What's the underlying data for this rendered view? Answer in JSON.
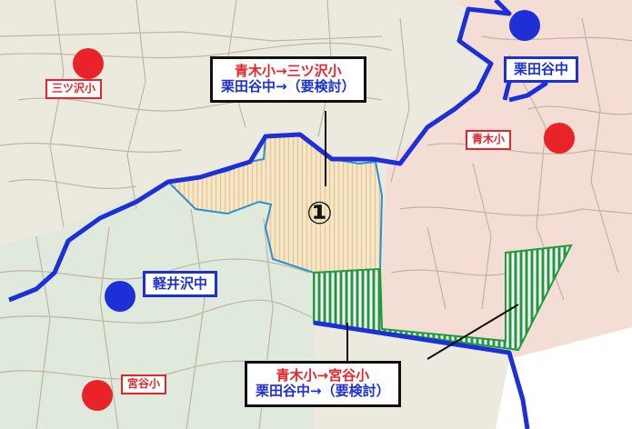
{
  "map": {
    "zone_colors": {
      "north_west": "#eceade",
      "south_west": "#dfeadc",
      "east": "#f3ddd4",
      "area1_fill": "#f6e8c8",
      "area2_stripe": "#1f9a3b",
      "boundary": "#1d2fd6",
      "school_red": "#e8232a",
      "school_blue": "#1d2fd6"
    },
    "markers": [
      {
        "id": "mitsuzawa",
        "label": "三ツ沢小",
        "kind": "elementary",
        "color": "red"
      },
      {
        "id": "aoki",
        "label": "青木小",
        "kind": "elementary",
        "color": "red"
      },
      {
        "id": "miyaya",
        "label": "宮谷小",
        "kind": "elementary",
        "color": "red"
      },
      {
        "id": "kuritaya",
        "label": "栗田谷中",
        "kind": "junior_high",
        "color": "blue"
      },
      {
        "id": "karuizawa",
        "label": "軽井沢中",
        "kind": "junior_high",
        "color": "blue"
      }
    ],
    "area1": {
      "number": "①",
      "callout": {
        "line1": "青木小→三ツ沢小",
        "line2": "栗田谷中→（要検討）"
      }
    },
    "area2": {
      "callout": {
        "line1": "青木小→宮谷小",
        "line2": "栗田谷中→（要検討）"
      }
    }
  }
}
